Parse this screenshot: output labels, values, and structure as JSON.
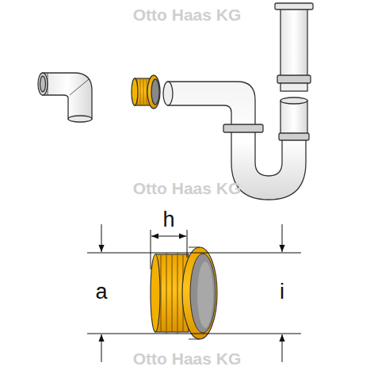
{
  "diagram": {
    "labels": [
      "Otto Haas KG",
      "Otto Haas KG",
      "Otto Haas KG",
      "h",
      "a",
      "i"
    ]
  }
}
